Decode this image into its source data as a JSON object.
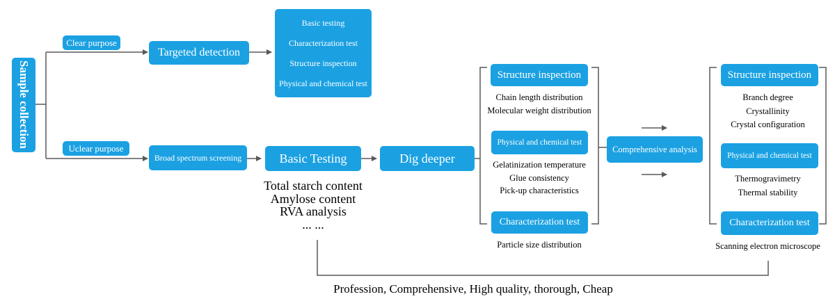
{
  "sample_collection": "Sample collection",
  "clear_purpose": "Clear purpose",
  "unclear_purpose": "Uclear purpose",
  "targeted_detection": "Targeted detection",
  "targeted_items": [
    "Basic testing",
    "Characterization test",
    "Structure inspection",
    "Physical and chemical test"
  ],
  "broad_spectrum": "Broad spectrum screening",
  "basic_testing": "Basic Testing",
  "basic_testing_items": [
    "Total starch content",
    "Amylose content",
    "RVA analysis",
    "... ..."
  ],
  "dig_deeper": "Dig deeper",
  "mid_column": {
    "structure_title": "Structure inspection",
    "structure_items": [
      "Chain length distribution",
      "Molecular weight distribution"
    ],
    "physchem_title": "Physical and chemical test",
    "physchem_items": [
      "Gelatinization temperature",
      "Glue consistency",
      "Pick-up characteristics"
    ],
    "character_title": "Characterization test",
    "character_items": [
      "Particle size distribution"
    ]
  },
  "comprehensive_analysis": "Comprehensive analysis",
  "right_column": {
    "structure_title": "Structure inspection",
    "structure_items": [
      "Branch degree",
      "Crystallinity",
      "Crystal configuration"
    ],
    "physchem_title": "Physical and chemical test",
    "physchem_items": [
      "Thermogravimetry",
      "Thermal stability"
    ],
    "character_title": "Characterization test",
    "character_items": [
      "Scanning electron microscope"
    ]
  },
  "footer": "Profession, Comprehensive, High quality, thorough, Cheap",
  "colors": {
    "box": "#1ba1e2",
    "line": "#595959"
  }
}
